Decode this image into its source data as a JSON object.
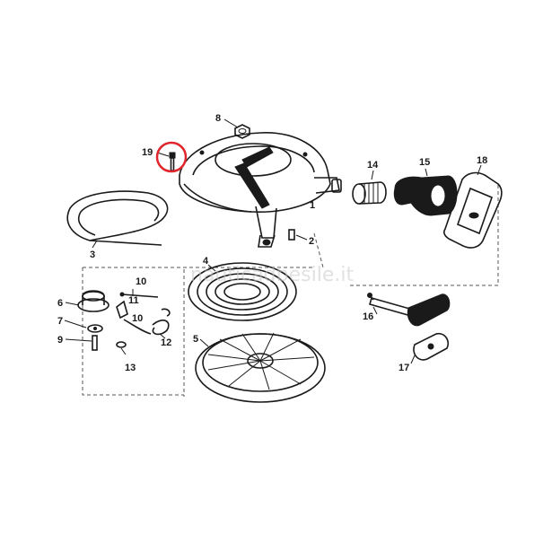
{
  "callouts": {
    "c1": "1",
    "c2": "2",
    "c3": "3",
    "c4": "4",
    "c5": "5",
    "c6": "6",
    "c7": "7",
    "c8": "8",
    "c9": "9",
    "c10a": "10",
    "c10b": "10",
    "c11": "11",
    "c12": "12",
    "c13": "13",
    "c14": "14",
    "c15": "15",
    "c16": "16",
    "c17": "17",
    "c18": "18",
    "c19": "19"
  },
  "watermark": "nauticadbesile.it",
  "highlight": {
    "part": "19",
    "color": "#e0262b"
  }
}
